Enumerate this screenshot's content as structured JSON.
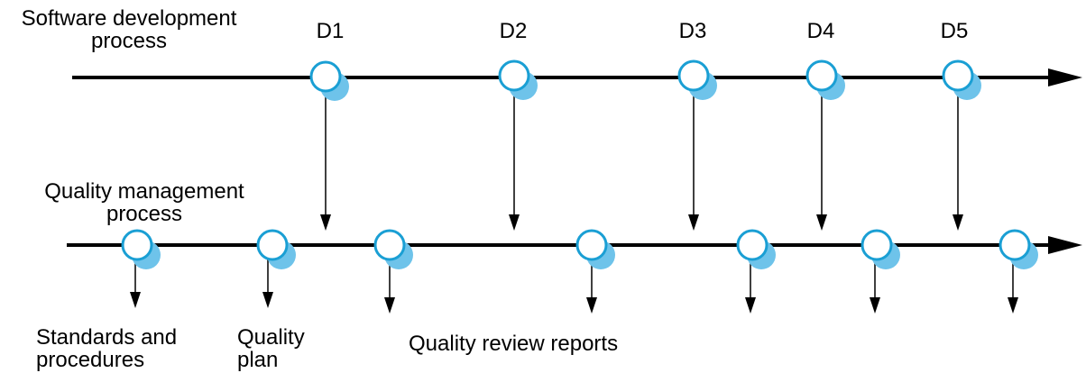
{
  "top_process": {
    "label_line1": "Software development",
    "label_line2": "process",
    "deliverables": [
      "D1",
      "D2",
      "D3",
      "D4",
      "D5"
    ]
  },
  "bottom_process": {
    "label_line1": "Quality management",
    "label_line2": "process"
  },
  "outputs": {
    "standards_line1": "Standards and",
    "standards_line2": "procedures",
    "plan_line1": "Quality",
    "plan_line2": "plan",
    "reports": "Quality review reports"
  },
  "colors": {
    "line": "#000000",
    "node_border": "#1a9fd4",
    "node_shadow": "#6ec3ea",
    "node_fill": "#ffffff"
  }
}
